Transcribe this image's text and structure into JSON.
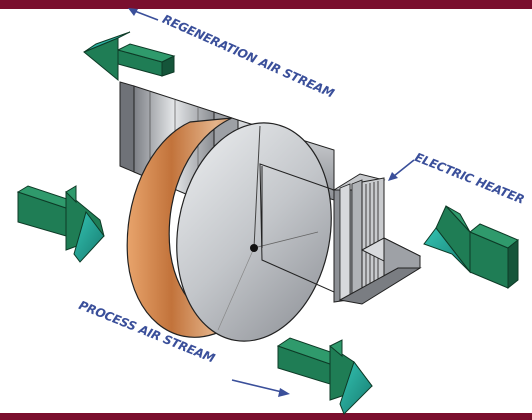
{
  "labels": {
    "regeneration": "REGENERATION AIR STREAM",
    "heater": "ELECTRIC HEATER",
    "process": "PROCESS AIR STREAM"
  },
  "colors": {
    "frame": "#7a0f2e",
    "label": "#3a4f9a",
    "arrow_face": "#1f7d55",
    "arrow_side": "#15553a",
    "arrow_tip": "#2cb1a3",
    "wheel_rim": "#c9804a",
    "wheel_face": "#b8bbc0",
    "duct_metal": "#a9abb0"
  }
}
